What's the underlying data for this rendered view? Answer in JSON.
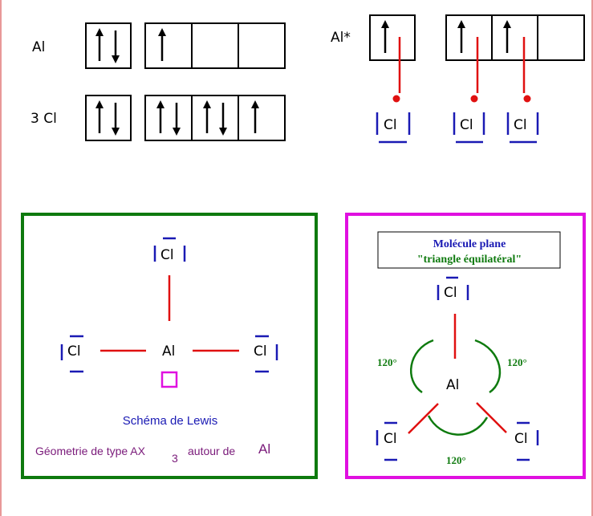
{
  "labels": {
    "al": "Al",
    "three_cl": "3 Cl",
    "al_star": "Al*",
    "cl": "Cl"
  },
  "lewis": {
    "title": "Schéma de Lewis",
    "geometry_text": "Géometrie de type AX",
    "geometry_sub": "3",
    "geometry_suffix": "autour de",
    "geometry_atom": "Al"
  },
  "shape": {
    "line1": "Molécule plane",
    "line2": "\"triangle équilatéral\"",
    "angle": "120°"
  },
  "colors": {
    "red": "#e01010",
    "blue": "#1a1ab4",
    "green": "#0e7a0e",
    "magenta": "#e010e0",
    "frame": "#d03030"
  }
}
